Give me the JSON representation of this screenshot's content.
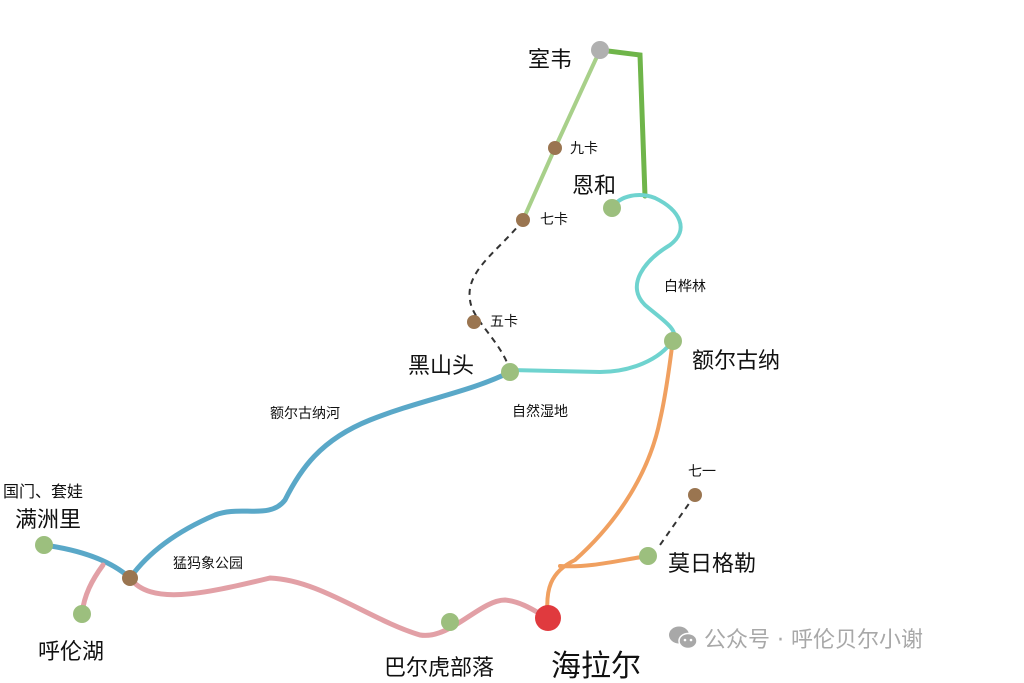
{
  "stations": {
    "shiwei": "室韦",
    "jiuka": "九卡",
    "qika": "七卡",
    "wuka": "五卡",
    "enhe": "恩和",
    "baihualin": "白桦林",
    "erguna": "额尔古纳",
    "heishantou": "黑山头",
    "ziranshidi": "自然湿地",
    "ergunahe": "额尔古纳河",
    "guomen": "国门、套娃",
    "manzhouli": "满洲里",
    "mengmaxiang": "猛犸象公园",
    "hulunhu": "呼伦湖",
    "baerhu": "巴尔虎部落",
    "hailaer": "海拉尔",
    "morigele": "莫日格勒",
    "qiyi": "七一"
  },
  "watermark": {
    "text": "公众号 · 呼伦贝尔小谢",
    "icon": "wechat-icon"
  },
  "colors": {
    "green_route": "#6fb54a",
    "light_green_route": "#a8d08a",
    "teal_route": "#6fd3cf",
    "blue_route": "#5aa8c8",
    "pink_route": "#e2a0a6",
    "orange_route": "#f0a060",
    "node_green": "#9cbf7e",
    "node_brown": "#9a7550",
    "node_gray": "#b0b0b0",
    "node_red": "#e03a3e"
  }
}
